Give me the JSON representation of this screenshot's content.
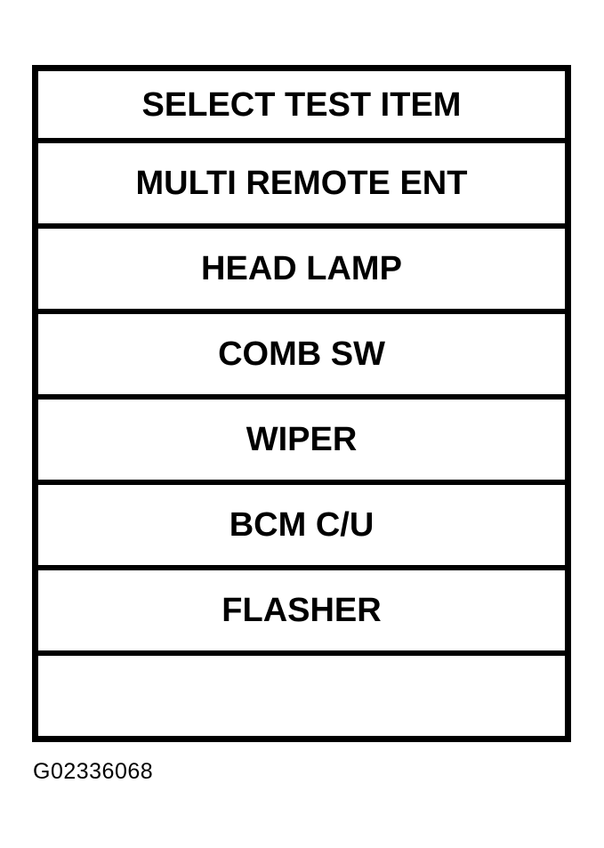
{
  "menu": {
    "header": "SELECT TEST ITEM",
    "items": [
      "MULTI REMOTE ENT",
      "HEAD LAMP",
      "COMB SW",
      "WIPER",
      "BCM C/U",
      "FLASHER",
      ""
    ]
  },
  "caption": "G02336068",
  "colors": {
    "foreground": "#000000",
    "background": "#ffffff"
  }
}
